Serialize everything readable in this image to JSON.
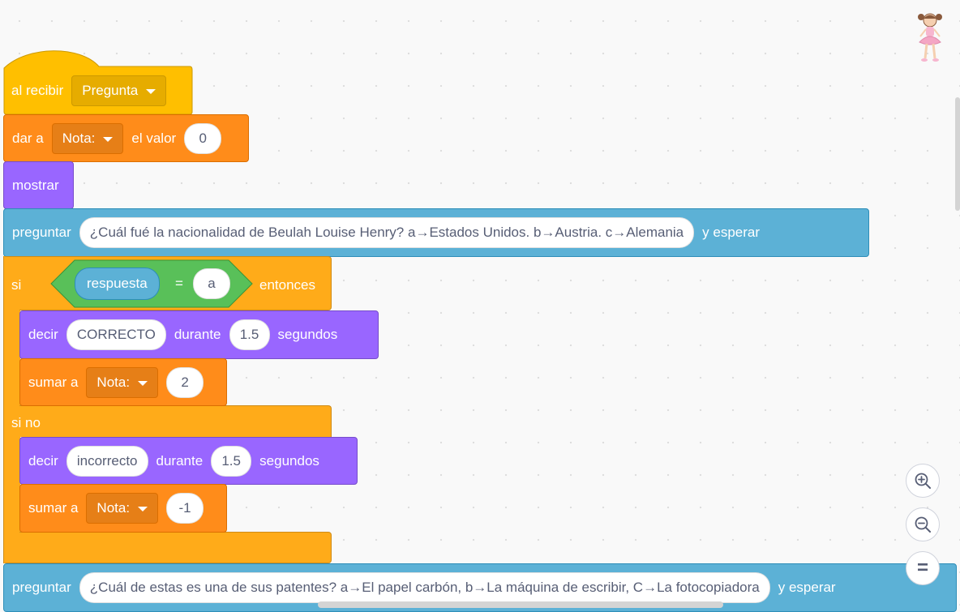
{
  "blocks": {
    "hat": {
      "label": "al recibir",
      "message": "Pregunta"
    },
    "set_var": {
      "label": "dar a",
      "variable": "Nota:",
      "label2": "el valor",
      "value": "0"
    },
    "show": {
      "label": "mostrar"
    },
    "ask1": {
      "label": "preguntar",
      "question": "¿Cuál fué la nacionalidad de Beulah Louise Henry? a→Estados Unidos. b→Austria. c→Alemania",
      "label2": "y esperar"
    },
    "if_else": {
      "if_label": "si",
      "then_label": "entonces",
      "else_label": "si no",
      "condition": {
        "left": "respuesta",
        "operator": "=",
        "right": "a"
      }
    },
    "say_correct": {
      "label": "decir",
      "message": "CORRECTO",
      "label2": "durante",
      "secs": "1.5",
      "label3": "segundos"
    },
    "change_plus": {
      "label": "sumar a",
      "variable": "Nota:",
      "value": "2"
    },
    "say_wrong": {
      "label": "decir",
      "message": "incorrecto",
      "label2": "durante",
      "secs": "1.5",
      "label3": "segundos"
    },
    "change_minus": {
      "label": "sumar a",
      "variable": "Nota:",
      "value": "-1"
    },
    "ask2": {
      "label": "preguntar",
      "question": "¿Cuál de estas es una de sus patentes? a→El papel carbón, b→La máquina de escribir, C→La fotocopiadora",
      "label2": "y esperar"
    }
  },
  "zoom_controls": {
    "zoom_in": "zoom-in-icon",
    "zoom_out": "zoom-out-icon",
    "reset": "="
  },
  "colors": {
    "events": "#ffbf00",
    "control": "#ffab19",
    "variables": "#ff8c1a",
    "looks": "#9966ff",
    "sensing": "#5cb1d6",
    "operators": "#59c059"
  }
}
